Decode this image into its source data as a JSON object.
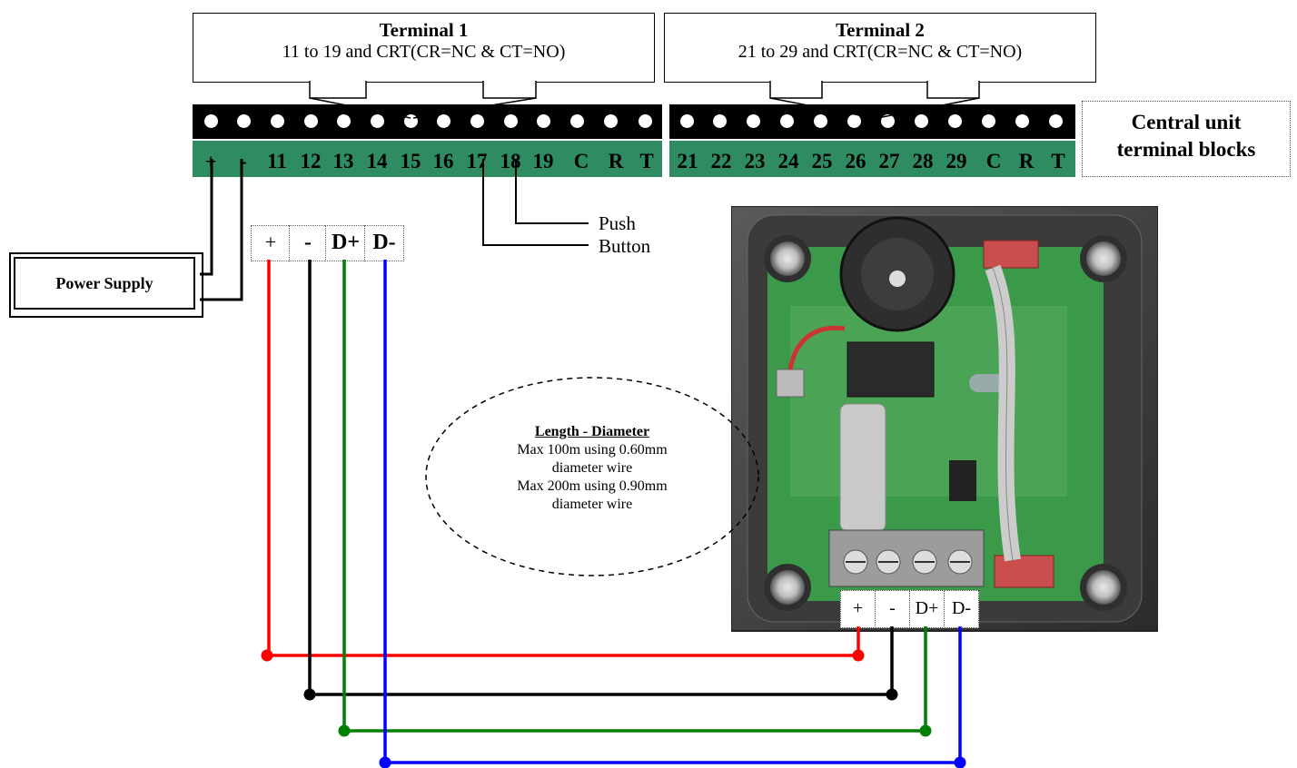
{
  "terminal1": {
    "title": "Terminal 1",
    "subtitle": "11 to 19 and CRT(CR=NC & CT=NO)"
  },
  "terminal2": {
    "title": "Terminal 2",
    "subtitle": "21 to 29 and CRT(CR=NC & CT=NO)"
  },
  "block1_labels": [
    "+",
    "-",
    "11",
    "12",
    "13",
    "14",
    "15",
    "16",
    "17",
    "18",
    "19",
    "C",
    "R",
    "T"
  ],
  "block2_labels": [
    "21",
    "22",
    "23",
    "24",
    "25",
    "26",
    "27",
    "28",
    "29",
    "C",
    "R",
    "T"
  ],
  "central_unit": {
    "line1": "Central unit",
    "line2": "terminal blocks"
  },
  "power_supply": "Power Supply",
  "push_button": {
    "line1": "Push",
    "line2": "Button"
  },
  "wire_terminals": [
    "+",
    "-",
    "D+",
    "D-"
  ],
  "device_terminals": [
    "+",
    "-",
    "D+",
    "D-"
  ],
  "length_note": {
    "heading": "Length - Diameter",
    "lines": [
      "Max 100m using 0.60mm",
      "diameter wire",
      "Max 200m using 0.90mm",
      "diameter wire"
    ]
  },
  "colors": {
    "terminal_green": "#2e8b62",
    "wire_red": "#ff0000",
    "wire_black": "#000000",
    "wire_green": "#008000",
    "wire_blue": "#0000ff",
    "pcb_green": "#3a9a4a"
  }
}
